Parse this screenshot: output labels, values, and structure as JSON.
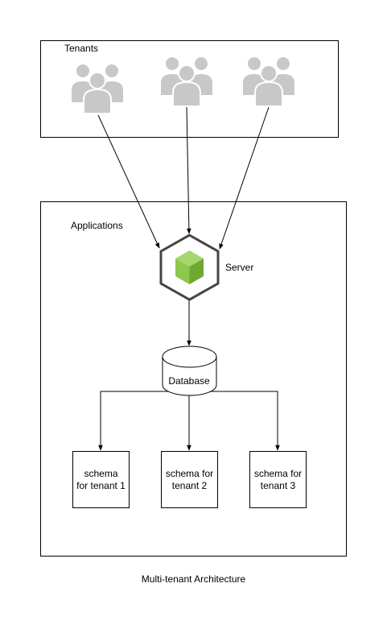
{
  "tenants_box": {
    "label": "Tenants"
  },
  "applications_box": {
    "label": "Applications"
  },
  "server": {
    "label": "Server",
    "icon": "nodejs-hexagon-icon",
    "accent": "#8cc84b",
    "outline": "#444444"
  },
  "database": {
    "label": "Database"
  },
  "schemas": [
    {
      "label": "schema\nfor tenant 1"
    },
    {
      "label": "schema for\ntenant 2"
    },
    {
      "label": "schema for\ntenant 3"
    }
  ],
  "tenant_icons": [
    {
      "icon": "user-group-icon"
    },
    {
      "icon": "user-group-icon"
    },
    {
      "icon": "user-group-icon"
    }
  ],
  "icon_color": "#c8c8c8",
  "caption": "Multi-tenant Architecture"
}
